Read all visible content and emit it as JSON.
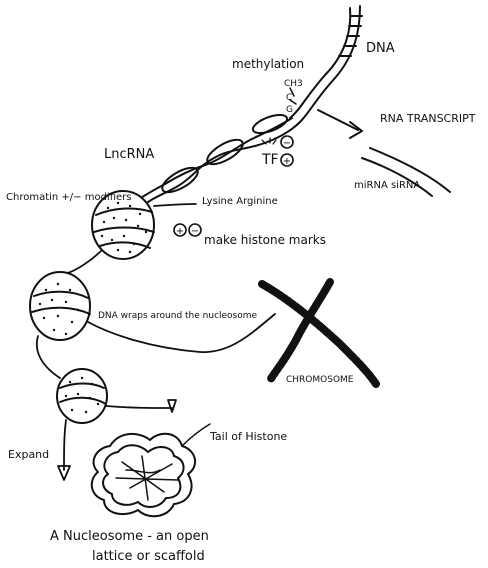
{
  "labels": {
    "dna": "DNA",
    "methylation": "methylation",
    "ch3": "CH3",
    "c_letter": "C",
    "g_letter": "G",
    "rna_transcript": "RNA TRANSCRIPT",
    "mirna_sirna": "miRNA siRNA",
    "lncrna": "LncRNA",
    "tf": "TF",
    "plus_sign": "+",
    "minus_sign": "−",
    "chromatin_modifiers": "Chromatin +/− modifiers",
    "lysine_arginine": "Lysine Arginine",
    "histone_marks": "make histone marks",
    "dna_wraps": "DNA wraps around the nucleosome",
    "chromosome": "CHROMOSOME",
    "expand": "Expand",
    "tail_of_histone": "Tail of Histone",
    "caption_line1": "A Nucleosome - an open",
    "caption_line2": "lattice or scaffold"
  },
  "icons": {
    "plus_circle": "plus-circle-icon",
    "minus_circle": "minus-circle-icon"
  },
  "colors": {
    "ink": "#111111",
    "paper": "#ffffff"
  }
}
